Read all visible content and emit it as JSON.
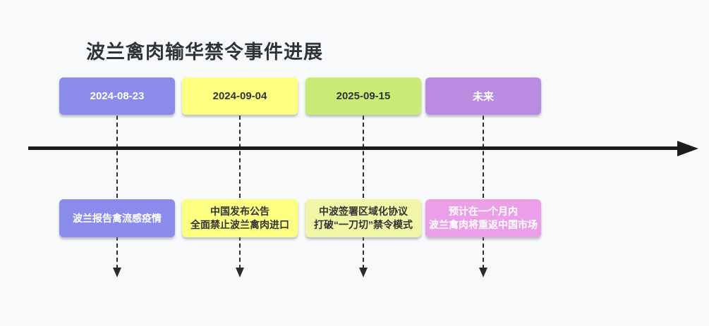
{
  "title": "波兰禽肉输华禁令事件进展",
  "background_color": "#f8f9fb",
  "title_color": "#2e3338",
  "axis_color": "#1c1c1c",
  "connector_color": "#2b2b2b",
  "events": [
    {
      "date": "2024-08-23",
      "date_bg": "#8b8bec",
      "date_text_color": "#ffffff",
      "desc_bg": "#8b8bec",
      "desc_text_color": "#ffffff",
      "desc_lines": [
        "波兰报告禽流感疫情"
      ]
    },
    {
      "date": "2024-09-04",
      "date_bg": "#fdff80",
      "date_text_color": "#333333",
      "desc_bg": "#fdff80",
      "desc_text_color": "#333333",
      "desc_lines": [
        "中国发布公告",
        "全面禁止波兰禽肉进口"
      ]
    },
    {
      "date": "2025-09-15",
      "date_bg": "#c9ec76",
      "date_text_color": "#333333",
      "desc_bg": "#f1f6a6",
      "desc_text_color": "#333333",
      "desc_lines": [
        "中波签署区域化协议",
        "打破“一刀切”禁令模式"
      ]
    },
    {
      "date": "未来",
      "date_bg": "#b98be1",
      "date_text_color": "#ffffff",
      "desc_bg": "#ec9fe9",
      "desc_text_color": "#ffffff",
      "desc_lines": [
        "预计在一个月内",
        "波兰禽肉将重返中国市场"
      ]
    }
  ]
}
